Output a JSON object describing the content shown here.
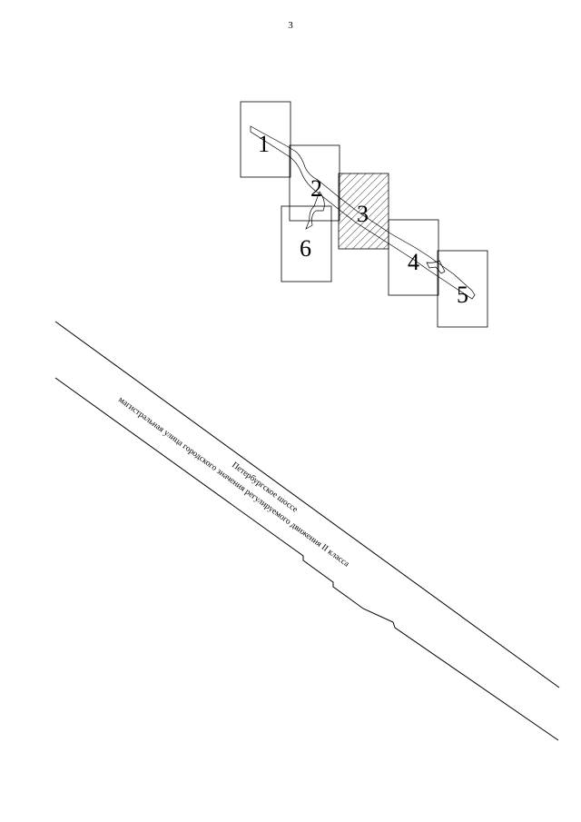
{
  "page_number": "3",
  "key_map": {
    "sheets": [
      {
        "label": "1",
        "highlighted": false
      },
      {
        "label": "2",
        "highlighted": false
      },
      {
        "label": "3",
        "highlighted": true
      },
      {
        "label": "4",
        "highlighted": false
      },
      {
        "label": "5",
        "highlighted": false
      },
      {
        "label": "6",
        "highlighted": false
      }
    ]
  },
  "road": {
    "name": "Петербургское шоссе",
    "classification": "магистральная улица городского значения регулируемого движения II класса"
  },
  "colors": {
    "line": "#000000",
    "background": "#ffffff"
  }
}
